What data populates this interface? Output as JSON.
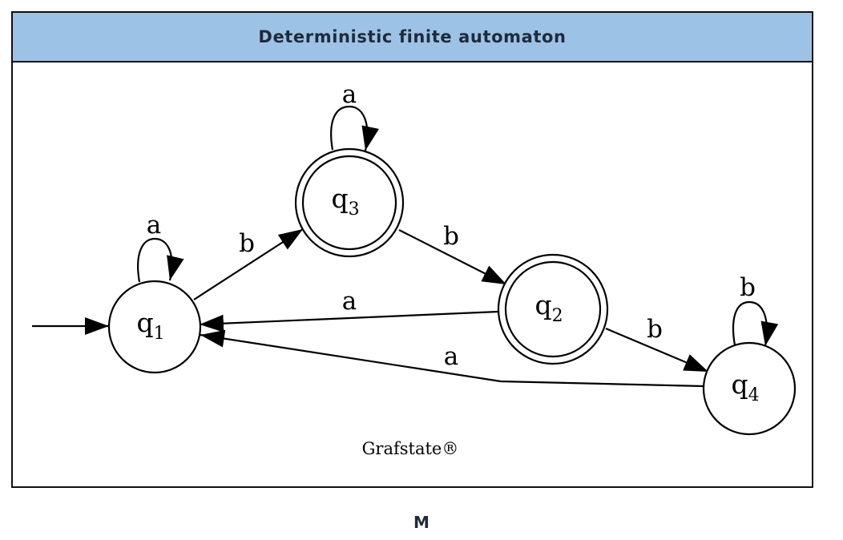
{
  "header": {
    "title": "Deterministic finite automaton"
  },
  "automaton": {
    "states": [
      {
        "id": "q1",
        "base": "q",
        "sub": "1",
        "accepting": false,
        "initial": true
      },
      {
        "id": "q3",
        "base": "q",
        "sub": "3",
        "accepting": true,
        "initial": false
      },
      {
        "id": "q2",
        "base": "q",
        "sub": "2",
        "accepting": true,
        "initial": false
      },
      {
        "id": "q4",
        "base": "q",
        "sub": "4",
        "accepting": false,
        "initial": false
      }
    ],
    "transitions": [
      {
        "from": "q1",
        "to": "q1",
        "label": "a"
      },
      {
        "from": "q1",
        "to": "q3",
        "label": "b"
      },
      {
        "from": "q3",
        "to": "q3",
        "label": "a"
      },
      {
        "from": "q3",
        "to": "q2",
        "label": "b"
      },
      {
        "from": "q2",
        "to": "q1",
        "label": "a"
      },
      {
        "from": "q2",
        "to": "q4",
        "label": "b"
      },
      {
        "from": "q4",
        "to": "q4",
        "label": "b"
      },
      {
        "from": "q4",
        "to": "q1",
        "label": "a"
      }
    ]
  },
  "credit": "Grafstate®",
  "footer": {
    "label": "M"
  }
}
